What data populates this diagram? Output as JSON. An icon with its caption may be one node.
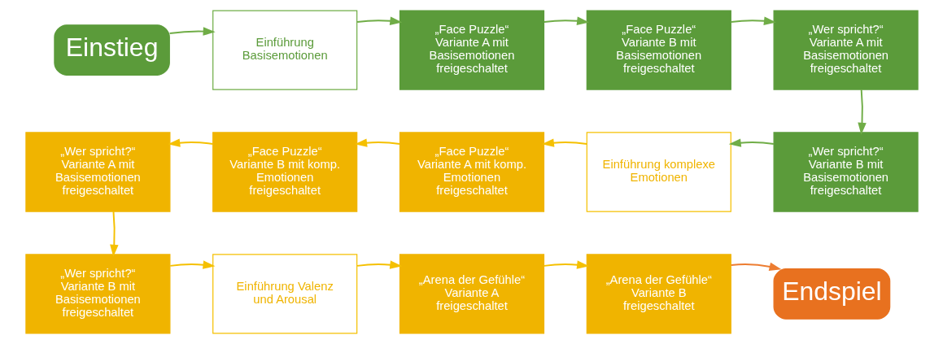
{
  "diagram": {
    "nodes": [
      {
        "text": [
          "Einstieg"
        ]
      },
      {
        "text": [
          "Einführung Basisemotionen"
        ]
      },
      {
        "text": [
          "„Face Puzzle“ Variante A mit Basisemotionen freigeschaltet"
        ]
      },
      {
        "text": [
          "„Face Puzzle“ Variante B mit Basisemotionen freigeschaltet"
        ]
      },
      {
        "text": [
          "„Wer spricht?“ Variante A mit Basisemotionen freigeschaltet"
        ]
      },
      {
        "text": [
          "„Wer spricht?“ Variante B mit Basisemotionen freigeschaltet"
        ]
      },
      {
        "text": [
          "Einführung komplexe Emotionen"
        ]
      },
      {
        "text": [
          "„Face Puzzle“ Variante A mit komp. Emotionen freigeschaltet"
        ]
      },
      {
        "text": [
          "„Face Puzzle“ Variante B mit komp. Emotionen freigeschaltet"
        ]
      },
      {
        "text": [
          "„Wer spricht?“ Variante A mit Basisemotionen freigeschaltet"
        ]
      },
      {
        "text": [
          "„Wer spricht?“ Variante B mit Basisemotionen freigeschaltet"
        ]
      },
      {
        "text": [
          "Einführung Valenz und Arousal"
        ]
      },
      {
        "text": [
          "„Arena der Gefühle“ Variante A freigeschaltet"
        ]
      },
      {
        "text": [
          "„Arena der Gefühle“ Variante B freigeschaltet"
        ]
      },
      {
        "text": [
          "Endspiel"
        ]
      }
    ],
    "edges": [
      {
        "from": 0,
        "to": 1,
        "arrow": "to",
        "color": "#70ad47"
      },
      {
        "from": 1,
        "to": 2,
        "arrow": "to",
        "color": "#70ad47"
      },
      {
        "from": 2,
        "to": 3,
        "arrow": "to",
        "color": "#70ad47"
      },
      {
        "from": 3,
        "to": 4,
        "arrow": "to",
        "color": "#70ad47"
      },
      {
        "from": 4,
        "to": 5,
        "arrow": "to",
        "color": "#70ad47"
      },
      {
        "from": 5,
        "to": 6,
        "arrow": "to",
        "color": "#70ad47"
      },
      {
        "from": 6,
        "to": 7,
        "arrow": "to"
      },
      {
        "from": 7,
        "to": 8,
        "arrow": "to"
      },
      {
        "from": 8,
        "to": 9,
        "arrow": "to"
      },
      {
        "from": 9,
        "to": 10,
        "arrow": "to"
      },
      {
        "from": 10,
        "to": 11,
        "arrow": "to"
      },
      {
        "from": 11,
        "to": 12,
        "arrow": "to"
      },
      {
        "from": 12,
        "to": 13,
        "arrow": "to"
      },
      {
        "from": 13,
        "to": 14,
        "arrow": "to",
        "color": "#ed7d31"
      }
    ]
  }
}
